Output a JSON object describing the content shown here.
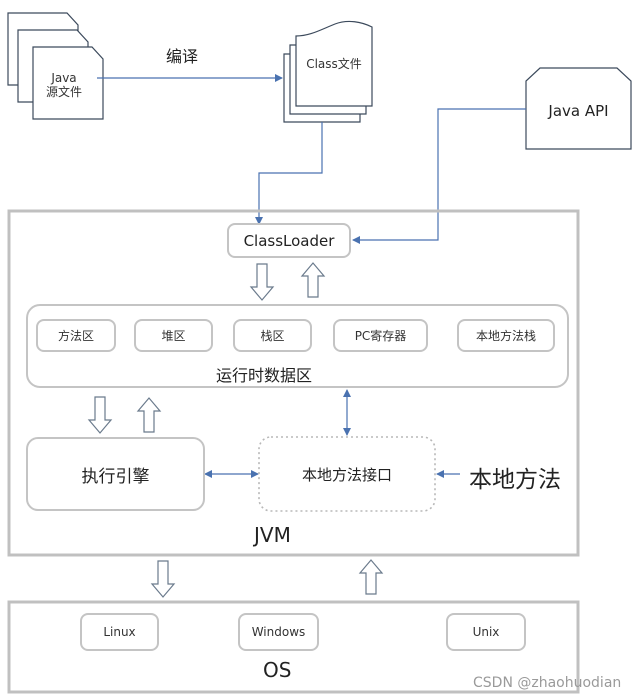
{
  "source": {
    "label_line1": "Java",
    "label_line2": "源文件"
  },
  "compile_label": "编译",
  "class_file": {
    "label": "Class文件"
  },
  "java_api": {
    "label": "Java API"
  },
  "jvm": {
    "label": "JVM",
    "class_loader": "ClassLoader",
    "runtime_data_area": {
      "label": "运行时数据区",
      "regions": [
        "方法区",
        "堆区",
        "栈区",
        "PC寄存器",
        "本地方法栈"
      ]
    },
    "execution_engine": "执行引擎",
    "native_interface": "本地方法接口"
  },
  "native_methods": "本地方法",
  "os": {
    "label": "OS",
    "systems": [
      "Linux",
      "Windows",
      "Unix"
    ]
  },
  "watermark": "CSDN @zhaohuodian",
  "colors": {
    "connector": "#4a72b0",
    "box_border": "#c4c4c4",
    "doc_border": "#3c4a5c"
  }
}
